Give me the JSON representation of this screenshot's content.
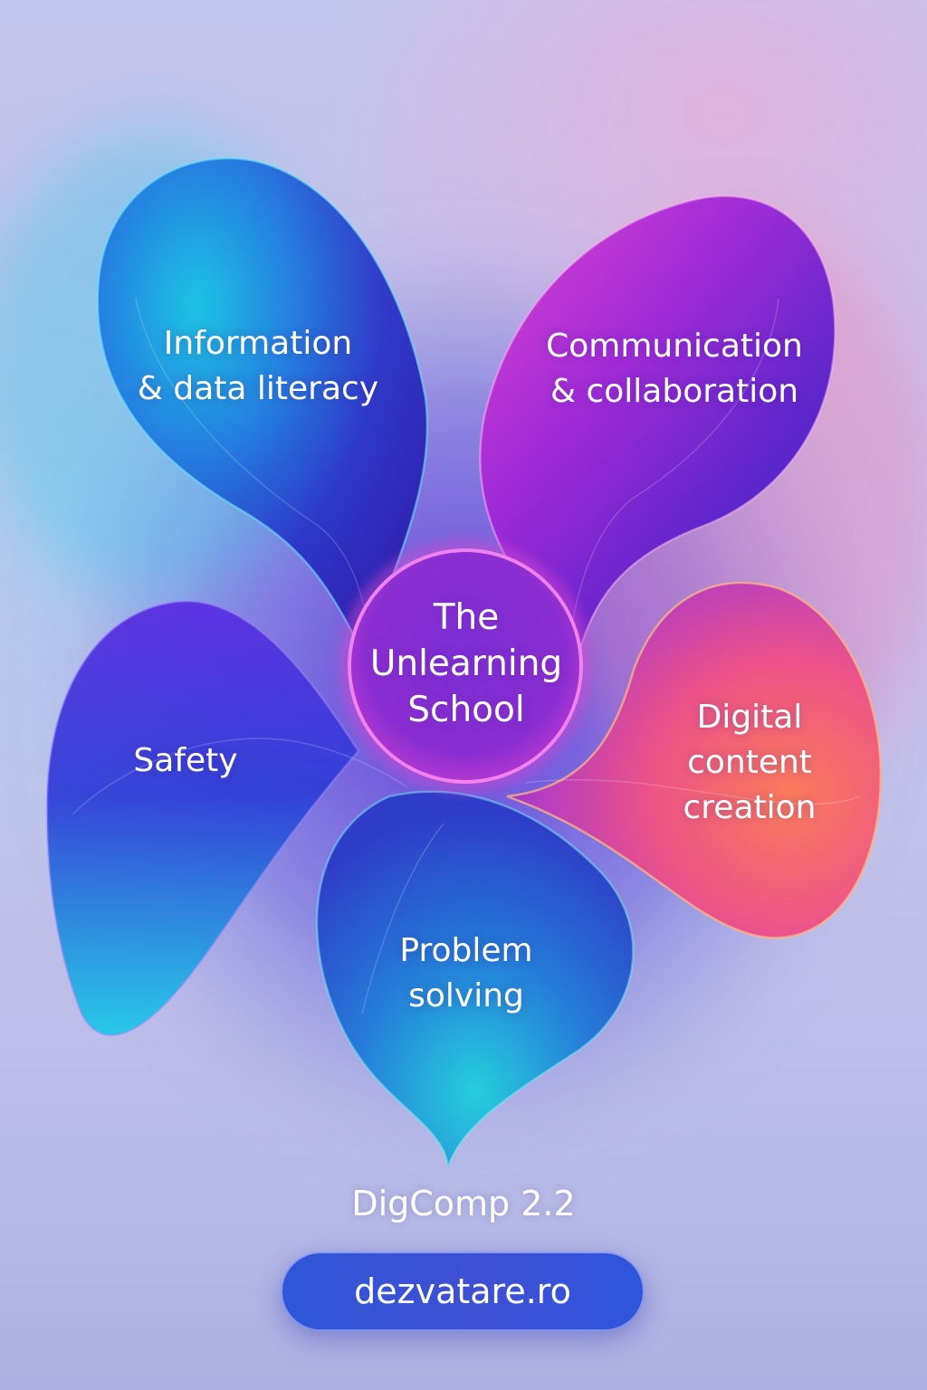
{
  "diagram": {
    "center": {
      "label_lines": [
        "The",
        "Unlearning",
        "School"
      ]
    },
    "petals": [
      {
        "id": "information",
        "lines": [
          "Information",
          "& data literacy"
        ]
      },
      {
        "id": "communication",
        "lines": [
          "Communication",
          "& collaboration"
        ]
      },
      {
        "id": "content",
        "lines": [
          "Digital",
          "content",
          "creation"
        ]
      },
      {
        "id": "safety",
        "lines": [
          "Safety"
        ]
      },
      {
        "id": "problem",
        "lines": [
          "Problem",
          "solving"
        ]
      }
    ]
  },
  "footer": {
    "title": "DigComp 2.2",
    "url": "dezvatare.ro"
  },
  "colors": {
    "teal": "#1fd2e6",
    "indigo": "#2a2fc8",
    "violet": "#6a1fd6",
    "magenta": "#e33cc4",
    "orange": "#ff8a4c",
    "button": "#3152d8"
  }
}
